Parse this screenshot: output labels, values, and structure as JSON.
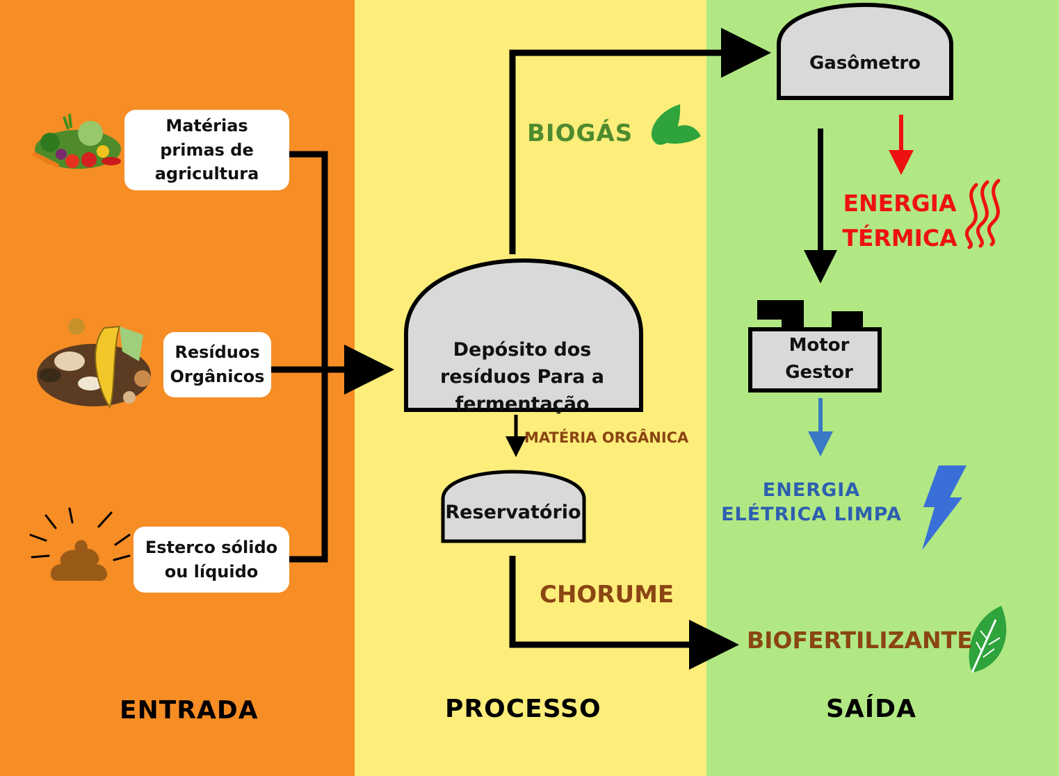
{
  "columns": {
    "entrada": "ENTRADA",
    "processo": "PROCESSO",
    "saida": "SAÍDA"
  },
  "inputs": [
    {
      "label": "Matérias primas de agricultura",
      "icon": "vegetables-icon"
    },
    {
      "label": "Resíduos Orgânicos",
      "icon": "organic-waste-icon"
    },
    {
      "label": "Esterco sólido ou líquido",
      "icon": "manure-icon"
    }
  ],
  "process": {
    "digester": "Depósito dos resíduos Para a fermentação",
    "reservoir": "Reservatório",
    "gasometer": "Gasômetro",
    "motor": "Motor Gestor"
  },
  "flows": {
    "biogas": "BIOGÁS",
    "organic_matter": "MATÉRIA ORGÂNICA",
    "leachate": "CHORUME",
    "thermal_energy": "ENERGIA TÉRMICA",
    "electric_energy": "ENERGIA ELÉTRICA LIMPA",
    "biofertilizer": "BIOFERTILIZANTE"
  },
  "colors": {
    "entrada_bg": "#f68d25",
    "processo_bg": "#fded7a",
    "saida_bg": "#b1e883",
    "biogas_green": "#4e8a2e",
    "thermal_red": "#ee1111",
    "electric_blue": "#2e5fb0",
    "brown": "#8a4512"
  }
}
